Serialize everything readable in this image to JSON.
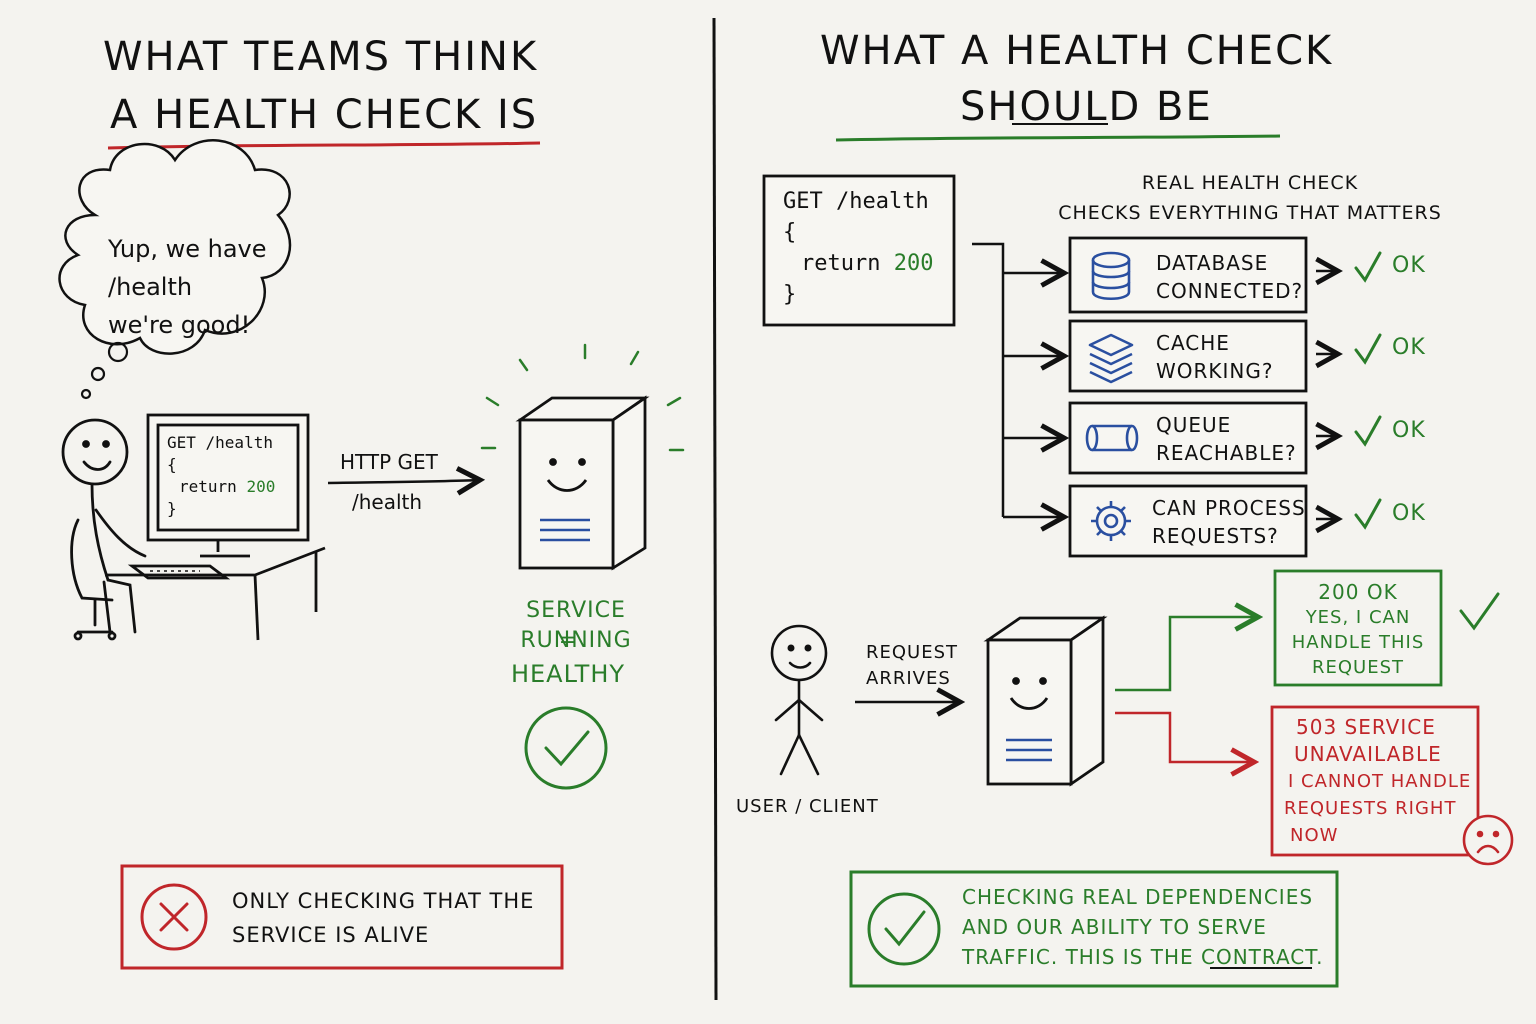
{
  "left": {
    "title_line1": "WHAT TEAMS THINK",
    "title_line2": "A HEALTH CHECK IS",
    "thought_line1": "Yup, we have",
    "thought_line2": "/health",
    "thought_line3": "we're good!",
    "screen_line1": "GET /health",
    "screen_line2": "{",
    "screen_line3_kw": "return",
    "screen_line3_val": "200",
    "screen_line4": "}",
    "arrow_label1": "HTTP GET",
    "arrow_label2": "/health",
    "service_label1": "SERVICE RUNNING",
    "service_label2": "=",
    "service_label3": "HEALTHY",
    "bottom_box_line1": "ONLY CHECKING THAT THE",
    "bottom_box_line2": "SERVICE IS ALIVE"
  },
  "right": {
    "title_line1": "WHAT A HEALTH CHECK",
    "title_line2": "SHOULD BE",
    "code_line1": "GET /health",
    "code_line2": "{",
    "code_line3_kw": "return",
    "code_line3_val": "200",
    "code_line4": "}",
    "checks_heading1": "REAL HEALTH CHECK",
    "checks_heading2": "CHECKS EVERYTHING THAT MATTERS",
    "checks": [
      {
        "line1": "DATABASE",
        "line2": "CONNECTED?",
        "icon": "database-icon",
        "status": "OK"
      },
      {
        "line1": "CACHE",
        "line2": "WORKING?",
        "icon": "layers-icon",
        "status": "OK"
      },
      {
        "line1": "QUEUE",
        "line2": "REACHABLE?",
        "icon": "pipe-icon",
        "status": "OK"
      },
      {
        "line1": "CAN PROCESS",
        "line2": "REQUESTS?",
        "icon": "gear-icon",
        "status": "OK"
      }
    ],
    "request_label1": "REQUEST",
    "request_label2": "ARRIVES",
    "user_label": "USER / CLIENT",
    "ok_box": {
      "line1": "200 OK",
      "line2": "YES, I CAN",
      "line3": "HANDLE THIS",
      "line4": "REQUEST"
    },
    "fail_box": {
      "line1": "503 SERVICE",
      "line2": "UNAVAILABLE",
      "line3": "I CANNOT HANDLE",
      "line4": "REQUESTS RIGHT",
      "line5": "NOW"
    },
    "bottom_box_line1": "CHECKING REAL DEPENDENCIES",
    "bottom_box_line2": "AND OUR ABILITY TO SERVE",
    "bottom_box_line3_a": "TRAFFIC. THIS IS THE ",
    "bottom_box_line3_b": "CONTRACT",
    "bottom_box_line3_c": "."
  },
  "colors": {
    "green": "#2a7d2a",
    "red": "#c0262a",
    "blue": "#2a4fa0",
    "ink": "#111111",
    "paper": "#f4f3ef"
  }
}
